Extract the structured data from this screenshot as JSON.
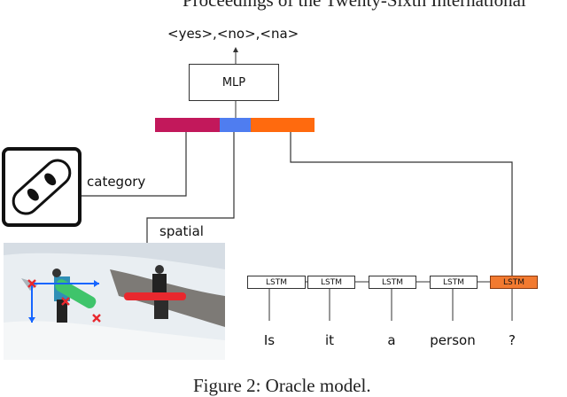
{
  "header_text": "Proceedings of the Twenty-Sixth International",
  "caption_text": "Figure 2: Oracle model.",
  "outputs_text": "<yes>,<no>,<na>",
  "mlp_label": "MLP",
  "feature_colors": {
    "category": "#c2185b",
    "spatial": "#4f7df0",
    "question": "#ff6a0e"
  },
  "category_label": "category",
  "category_icon": "snowboard-icon",
  "spatial_label": "spatial",
  "photo_description_icon": "snowboarders-photo",
  "lstm_cells": [
    {
      "label": "LSTM",
      "highlighted": false
    },
    {
      "label": "LSTM",
      "highlighted": false
    },
    {
      "label": "LSTM",
      "highlighted": false
    },
    {
      "label": "LSTM",
      "highlighted": false
    },
    {
      "label": "LSTM",
      "highlighted": true
    }
  ],
  "question_words": [
    "Is",
    "it",
    "a",
    "person",
    "?"
  ],
  "highlight_color": "#f27a30"
}
